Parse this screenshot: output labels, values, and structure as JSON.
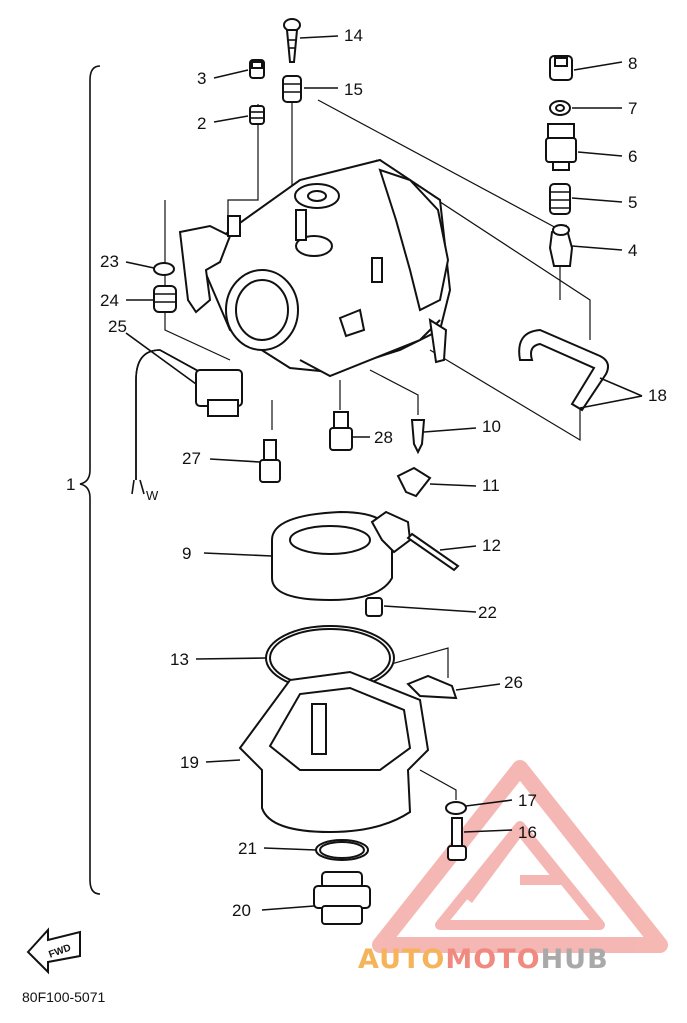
{
  "diagram": {
    "callouts": [
      "1",
      "2",
      "3",
      "4",
      "5",
      "6",
      "7",
      "8",
      "9",
      "10",
      "11",
      "12",
      "13",
      "14",
      "15",
      "16",
      "17",
      "18",
      "19",
      "20",
      "21",
      "22",
      "23",
      "24",
      "25",
      "26",
      "27",
      "28"
    ],
    "direction_marker": "FWD",
    "wire_marker": "W",
    "drawing_code": "80F100-5071"
  },
  "watermark": {
    "brand_part1": "AUTO",
    "brand_part2": "MOTO",
    "brand_part3": "HUB",
    "colors": {
      "triangle": "#f2a09a",
      "part1": "#f5b35a",
      "part2": "#f08a80",
      "part3": "#a9a9a9"
    }
  }
}
